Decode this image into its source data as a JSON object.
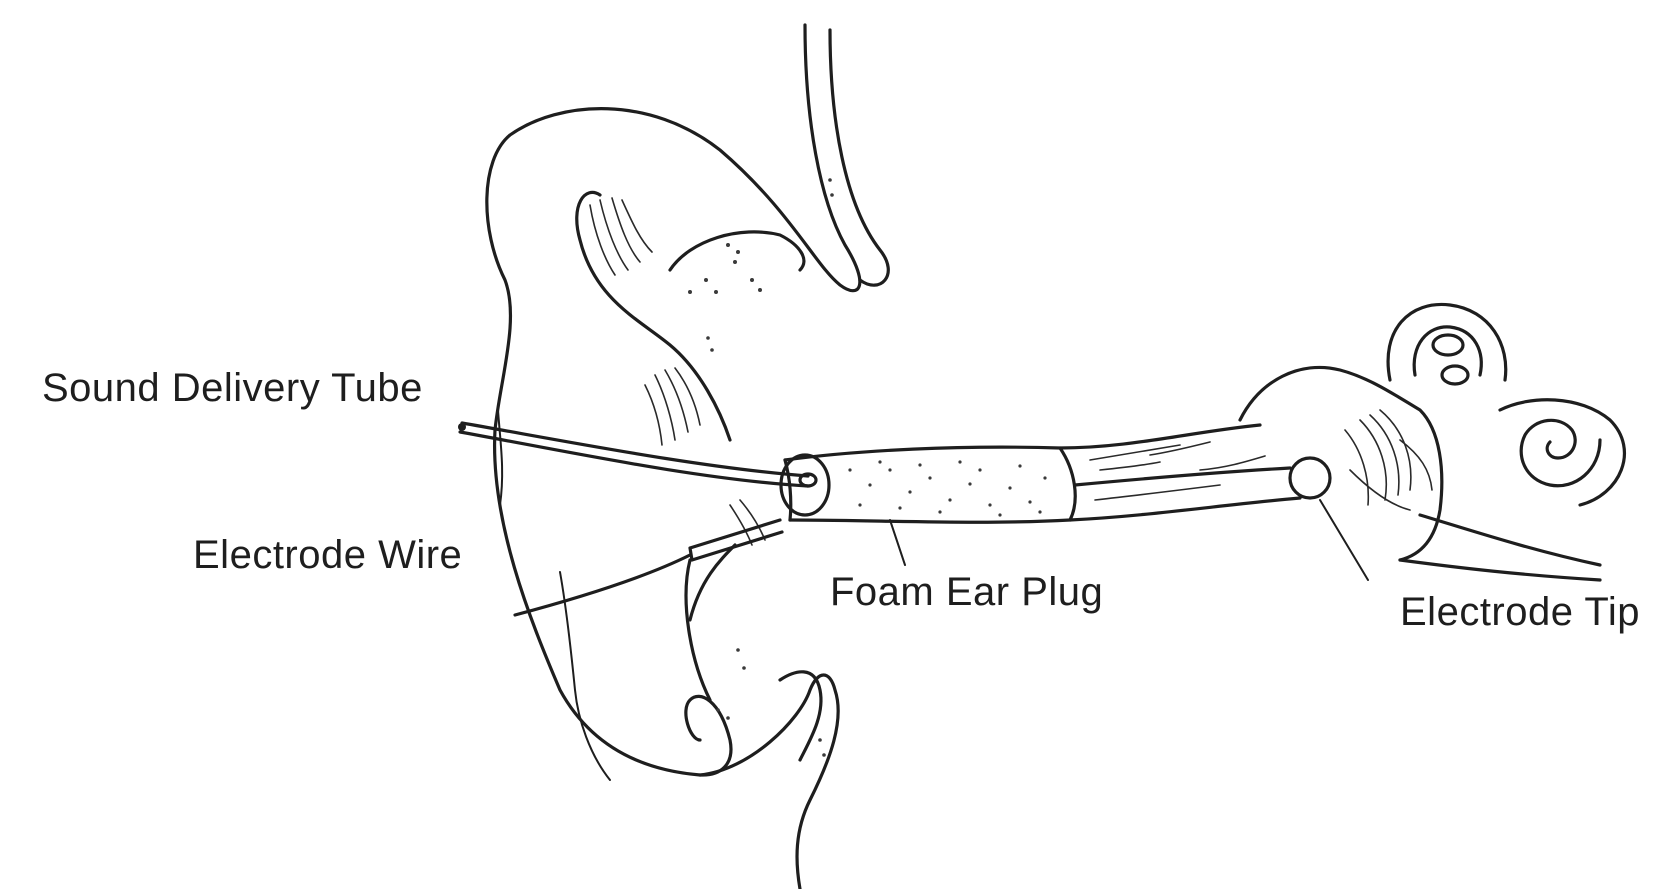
{
  "labels": {
    "sound_tube": "Sound Delivery Tube",
    "electrode_wire": "Electrode Wire",
    "foam_plug": "Foam Ear Plug",
    "electrode_tip": "Electrode Tip"
  },
  "colors": {
    "ink": "#1e1e1e",
    "background": "#ffffff"
  }
}
